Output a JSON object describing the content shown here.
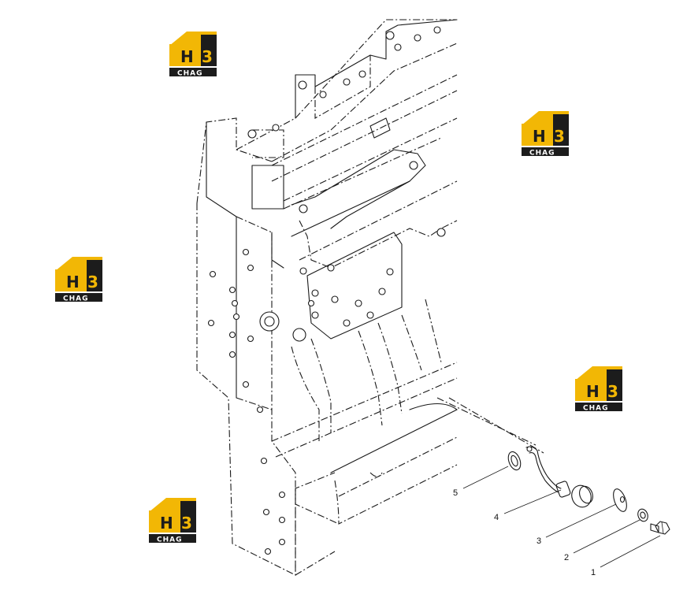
{
  "callouts": [
    {
      "id": "1",
      "label": "1"
    },
    {
      "id": "2",
      "label": "2"
    },
    {
      "id": "3",
      "label": "3"
    },
    {
      "id": "4",
      "label": "4"
    },
    {
      "id": "5",
      "label": "5"
    }
  ],
  "watermark": {
    "mark": "H3",
    "caption": "CHAG",
    "count": 5,
    "colors": {
      "gold": "#f2b705",
      "dark": "#1c1c1c",
      "white": "#ffffff"
    }
  },
  "colors": {
    "line": "#1a1a1a",
    "background": "#ffffff"
  }
}
